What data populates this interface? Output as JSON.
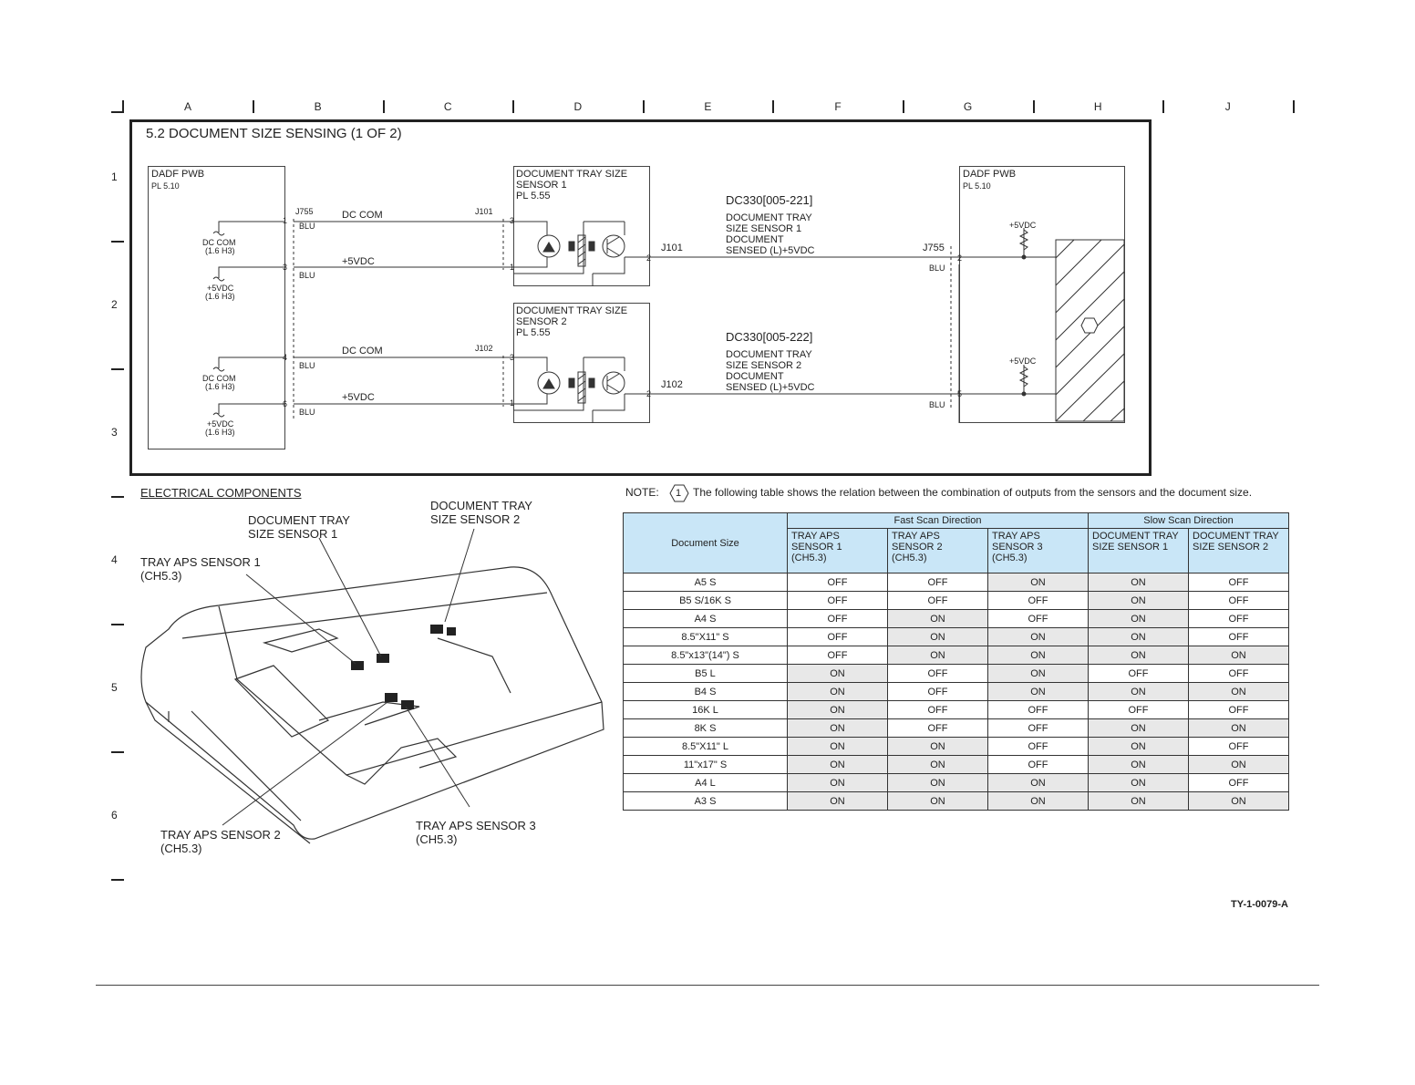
{
  "grid": {
    "columns": [
      "A",
      "B",
      "C",
      "D",
      "E",
      "F",
      "G",
      "H",
      "J"
    ],
    "rows": [
      "1",
      "2",
      "3",
      "4",
      "5",
      "6"
    ]
  },
  "title": "5.2 DOCUMENT SIZE    SENSING (1 OF 2)",
  "left_pwb": {
    "name": "DADF PWB",
    "ref": "PL 5.10",
    "connector": "J755",
    "labels": {
      "dc_com_1": "DC COM",
      "dc_com_1_ref": "(1.6 H3)",
      "v5_1": "+5VDC",
      "v5_1_ref": "(1.6 H3)",
      "dc_com_2": "DC COM",
      "dc_com_2_ref": "(1.6 H3)",
      "v5_2": "+5VDC",
      "v5_2_ref": "(1.6 H3)"
    },
    "pins": [
      "1",
      "3",
      "4",
      "6"
    ],
    "wire": "BLU"
  },
  "wires": {
    "dc_com": "DC COM",
    "v5": "+5VDC"
  },
  "sensor1": {
    "name_l1": "DOCUMENT TRAY SIZE",
    "name_l2": "SENSOR 1",
    "ref": "PL 5.55",
    "conn_in": "J101",
    "conn_out": "J101",
    "pin_top": "3",
    "pin_bot": "1",
    "pin_out": "2"
  },
  "sensor2": {
    "name_l1": "DOCUMENT TRAY SIZE",
    "name_l2": "SENSOR 2",
    "ref": "PL 5.55",
    "conn_in": "J102",
    "conn_out": "J102",
    "pin_top": "3",
    "pin_bot": "1",
    "pin_out": "2"
  },
  "signal1": {
    "code": "DC330[005-221]",
    "l1": "DOCUMENT TRAY",
    "l2": "SIZE SENSOR 1",
    "l3": "DOCUMENT",
    "l4": "SENSED (L)+5VDC"
  },
  "signal2": {
    "code": "DC330[005-222]",
    "l1": "DOCUMENT TRAY",
    "l2": "SIZE SENSOR 2",
    "l3": "DOCUMENT",
    "l4": "SENSED (L)+5VDC"
  },
  "right_pwb": {
    "name": "DADF PWB",
    "ref": "PL 5.10",
    "connector": "J755",
    "wire": "BLU",
    "pin_a": "2",
    "pin_b": "5",
    "vcc": "+5VDC",
    "note_marker": "1"
  },
  "electrical_components": "ELECTRICAL COMPONENTS",
  "callouts": {
    "tray_sensor1_l1": "DOCUMENT TRAY",
    "tray_sensor1_l2": "SIZE SENSOR 1",
    "tray_sensor2_l1": "DOCUMENT TRAY",
    "tray_sensor2_l2": "SIZE SENSOR 2",
    "aps1_l1": "TRAY APS SENSOR 1",
    "aps1_l2": "(CH5.3)",
    "aps2_l1": "TRAY APS SENSOR 2",
    "aps2_l2": "(CH5.3)",
    "aps3_l1": "TRAY APS SENSOR 3",
    "aps3_l2": "(CH5.3)"
  },
  "note": {
    "label": "NOTE:",
    "marker": "1",
    "text": "The following table shows the relation between the combination of outputs from the sensors and the document size."
  },
  "table": {
    "col_doc": "Document Size",
    "group_fast": "Fast Scan Direction",
    "group_slow": "Slow Scan Direction",
    "headers": [
      {
        "l1": "TRAY APS SENSOR 1",
        "l2": "(CH5.3)"
      },
      {
        "l1": "TRAY APS SENSOR 2",
        "l2": "(CH5.3)"
      },
      {
        "l1": "TRAY APS SENSOR 3",
        "l2": "(CH5.3)"
      },
      {
        "l1": "DOCUMENT TRAY",
        "l2": "SIZE SENSOR 1"
      },
      {
        "l1": "DOCUMENT TRAY",
        "l2": "SIZE SENSOR 2"
      }
    ],
    "rows": [
      [
        "A5 S",
        "OFF",
        "OFF",
        "ON",
        "ON",
        "OFF"
      ],
      [
        "B5 S/16K S",
        "OFF",
        "OFF",
        "OFF",
        "ON",
        "OFF"
      ],
      [
        "A4 S",
        "OFF",
        "ON",
        "OFF",
        "ON",
        "OFF"
      ],
      [
        "8.5\"X11\" S",
        "OFF",
        "ON",
        "ON",
        "ON",
        "OFF"
      ],
      [
        "8.5\"x13\"(14\") S",
        "OFF",
        "ON",
        "ON",
        "ON",
        "ON"
      ],
      [
        "B5 L",
        "ON",
        "OFF",
        "ON",
        "OFF",
        "OFF"
      ],
      [
        "B4 S",
        "ON",
        "OFF",
        "ON",
        "ON",
        "ON"
      ],
      [
        "16K L",
        "ON",
        "OFF",
        "OFF",
        "OFF",
        "OFF"
      ],
      [
        "8K S",
        "ON",
        "OFF",
        "OFF",
        "ON",
        "ON"
      ],
      [
        "8.5\"X11\" L",
        "ON",
        "ON",
        "OFF",
        "ON",
        "OFF"
      ],
      [
        "11\"x17\" S",
        "ON",
        "ON",
        "OFF",
        "ON",
        "ON"
      ],
      [
        "A4 L",
        "ON",
        "ON",
        "ON",
        "ON",
        "OFF"
      ],
      [
        "A3 S",
        "ON",
        "ON",
        "ON",
        "ON",
        "ON"
      ]
    ]
  },
  "footer_code": "TY-1-0079-A"
}
